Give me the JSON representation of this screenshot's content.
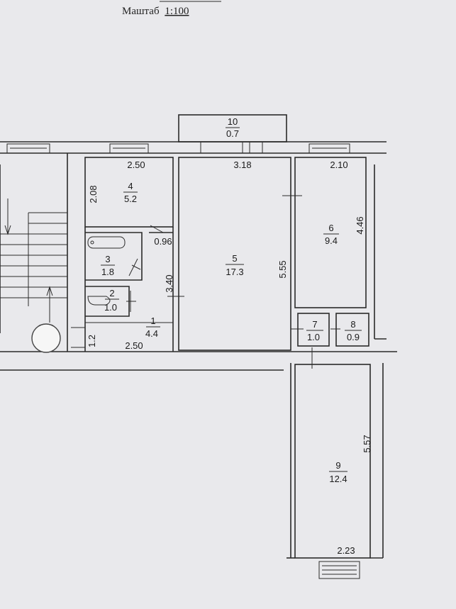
{
  "header": {
    "scale_prefix": "Маштаб",
    "scale_value": "1:100"
  },
  "rooms": [
    {
      "id": "10",
      "area": "0.7"
    },
    {
      "id": "4",
      "area": "5.2"
    },
    {
      "id": "3",
      "area": "1.8"
    },
    {
      "id": "2",
      "area": "1.0"
    },
    {
      "id": "1",
      "area": "4.4"
    },
    {
      "id": "5",
      "area": "17.3"
    },
    {
      "id": "6",
      "area": "9.4"
    },
    {
      "id": "7",
      "area": "1.0"
    },
    {
      "id": "8",
      "area": "0.9"
    },
    {
      "id": "9",
      "area": "12.4"
    }
  ],
  "dimensions": [
    "2.50",
    "2.08",
    "0.96",
    "3.40",
    "1.2",
    "2.50",
    "3.18",
    "5.55",
    "2.10",
    "4.46",
    "5.57",
    "2.23"
  ]
}
